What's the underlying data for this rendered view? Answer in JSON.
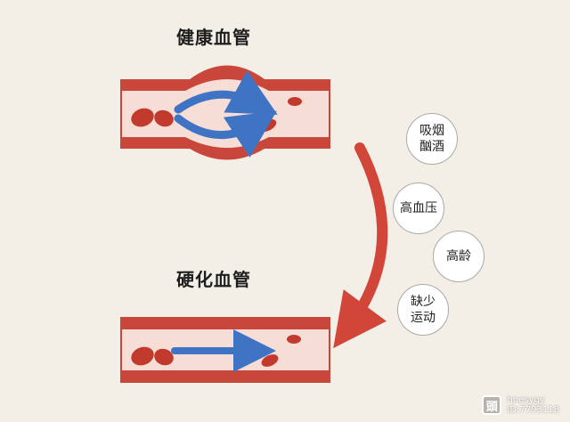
{
  "healthy_title": "健康血管",
  "hardened_title": "硬化血管",
  "causes": [
    {
      "label": "吸烟\n酗酒"
    },
    {
      "label": "高血压"
    },
    {
      "label": "高龄"
    },
    {
      "label": "缺少\n运动"
    }
  ],
  "watermark": {
    "logo_glyph": "頭",
    "line1": "hnesygy",
    "line2": "ID:7793118"
  },
  "colors": {
    "background": "#f3eee6",
    "vessel_wall": "#c9473a",
    "vessel_inner": "#f6ddd5",
    "blood_cell": "#c23a2e",
    "flow_arrow": "#3f73c4",
    "curve_arrow": "#d2463a"
  }
}
